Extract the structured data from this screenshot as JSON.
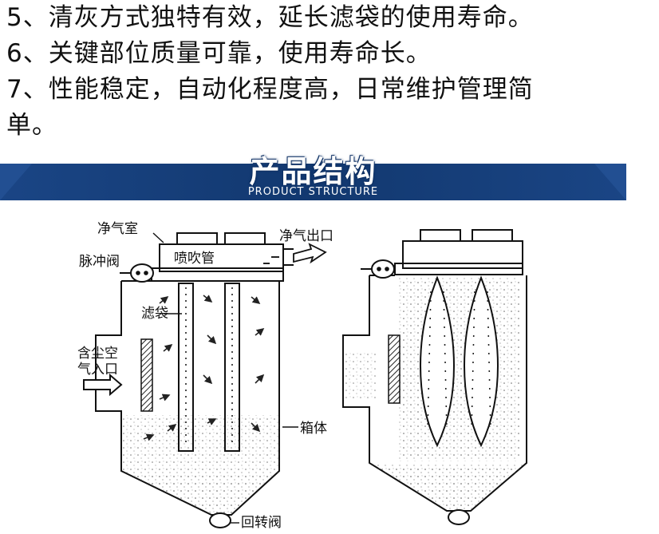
{
  "features": [
    "5、清灰方式独特有效，延长滤袋的使用寿命。",
    "6、关键部位质量可靠，使用寿命长。",
    "7、性能稳定，自动化程度高，日常维护管理简",
    "单。"
  ],
  "banner": {
    "title": "产品结构",
    "subtitle": "PRODUCT STRUCTURE",
    "color": "#163d7a"
  },
  "diagram": {
    "labels": {
      "clean_chamber": "净气室",
      "clean_outlet": "净气出口",
      "pulse_valve": "脉冲阀",
      "blow_pipe": "喷吹管",
      "filter_bag": "滤袋",
      "dusty_air_1": "含尘空",
      "dusty_air_2": "气入口",
      "box": "箱体",
      "rotary_valve": "回转阀"
    }
  }
}
